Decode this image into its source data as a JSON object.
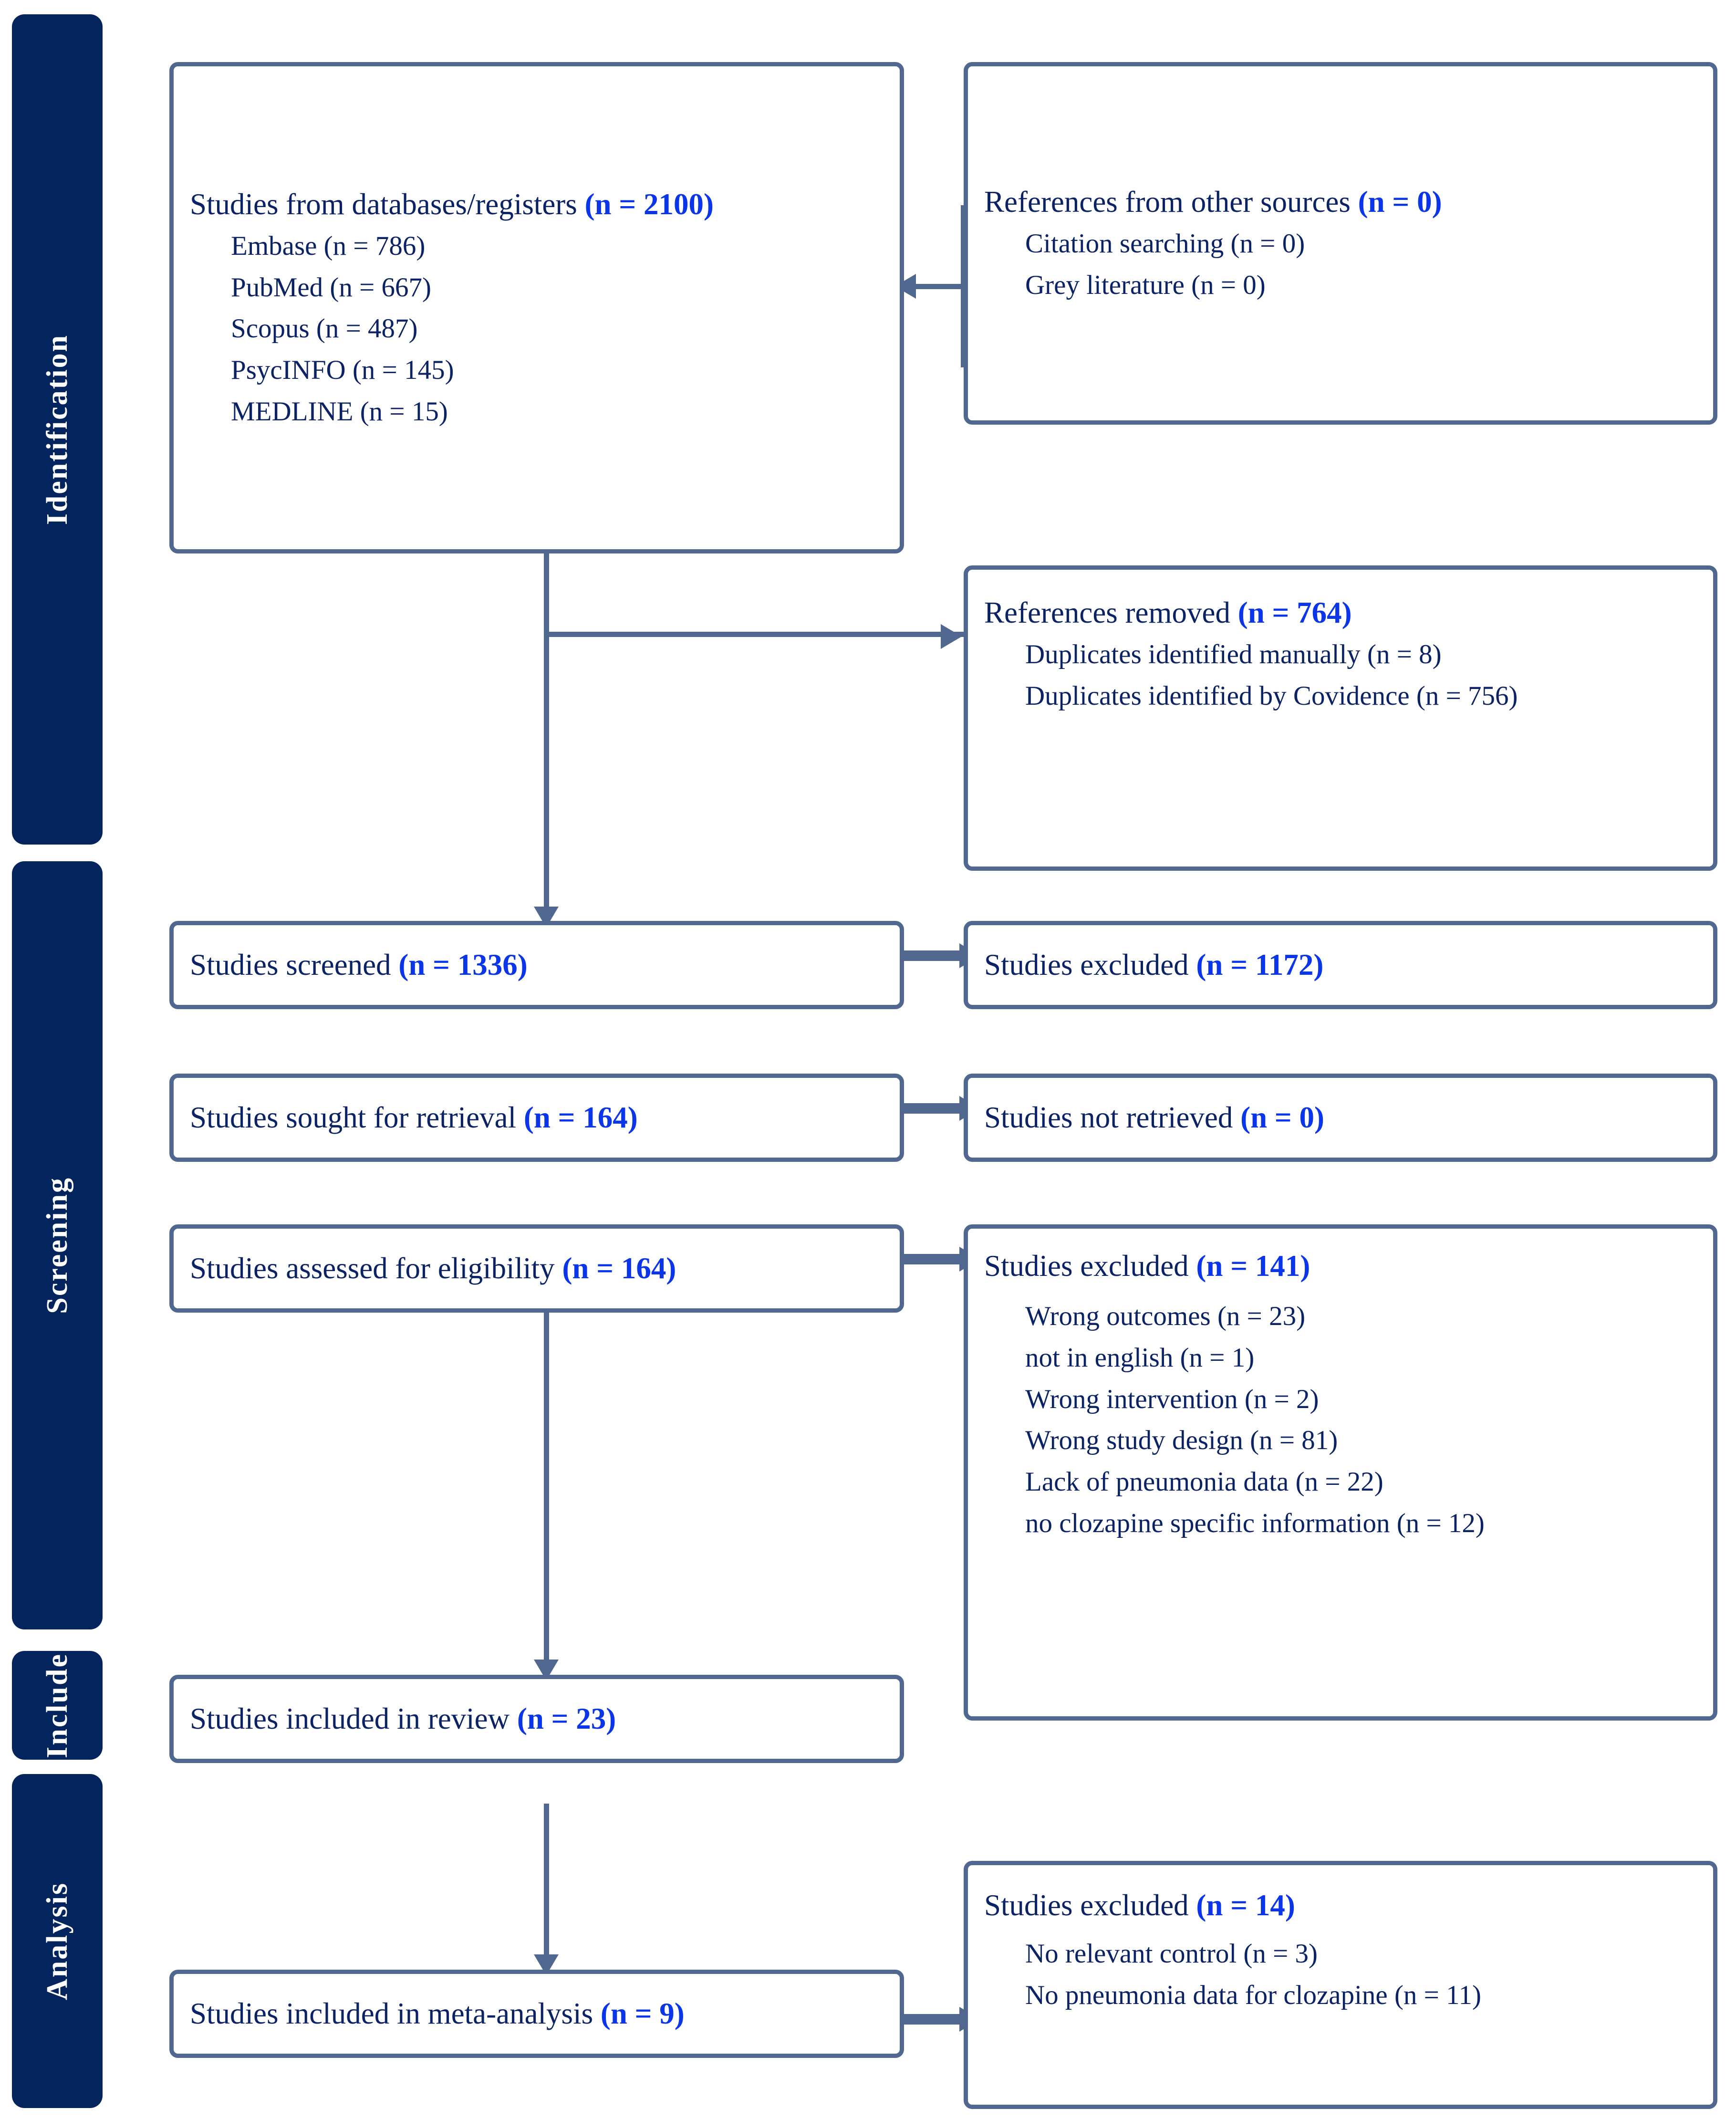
{
  "diagram": {
    "type": "prisma-flow-diagram",
    "accent_border": "#50688F",
    "stage_bar_color": "#03245C",
    "body_text_color": "#0B2265",
    "count_text_color": "#0B35E8"
  },
  "stages": [
    {
      "id": "identification",
      "label": "Identification"
    },
    {
      "id": "screening",
      "label": "Screening"
    },
    {
      "id": "include",
      "label": "Include"
    },
    {
      "id": "analysis",
      "label": "Analysis"
    }
  ],
  "boxes": {
    "databases": {
      "head_text": "Studies from databases/registers ",
      "head_count": "(n = 2100)",
      "items": [
        "Embase (n = 786)",
        "PubMed (n = 667)",
        "Scopus (n = 487)",
        "PsycINFO (n = 145)",
        "MEDLINE (n = 15)"
      ]
    },
    "other_sources": {
      "head_text": "References from other sources ",
      "head_count": "(n = 0)",
      "items": [
        "Citation searching (n = 0)",
        "Grey literature (n = 0)"
      ]
    },
    "references_removed": {
      "head_text": "References removed ",
      "head_count": "(n = 764)",
      "items": [
        "Duplicates identified manually (n = 8)",
        "Duplicates identified by Covidence (n = 756)"
      ]
    },
    "studies_screened": {
      "head_text": "Studies screened ",
      "head_count": "(n = 1336)"
    },
    "studies_excluded_screen": {
      "head_text": "Studies excluded ",
      "head_count": "(n = 1172)"
    },
    "sought_retrieval": {
      "head_text": "Studies sought for retrieval ",
      "head_count": "(n = 164)"
    },
    "not_retrieved": {
      "head_text": "Studies not retrieved ",
      "head_count": "(n = 0)"
    },
    "assessed_eligibility": {
      "head_text": "Studies assessed for eligibility ",
      "head_count": "(n = 164)"
    },
    "excluded_eligibility": {
      "head_text": "Studies excluded ",
      "head_count": "(n = 141)",
      "items": [
        "Wrong outcomes (n = 23)",
        "not in english (n = 1)",
        "Wrong intervention (n = 2)",
        "Wrong study design (n = 81)",
        "Lack of pneumonia data (n = 22)",
        "no clozapine specific information (n = 12)"
      ]
    },
    "included_review": {
      "head_text": "Studies included in review ",
      "head_count": "(n = 23)"
    },
    "included_meta": {
      "head_text": "Studies included in meta-analysis ",
      "head_count": "(n = 9)"
    },
    "excluded_meta": {
      "head_text": "Studies excluded ",
      "head_count": "(n = 14)",
      "items": [
        "No relevant control (n = 3)",
        "No pneumonia data for clozapine (n = 11)"
      ]
    }
  }
}
